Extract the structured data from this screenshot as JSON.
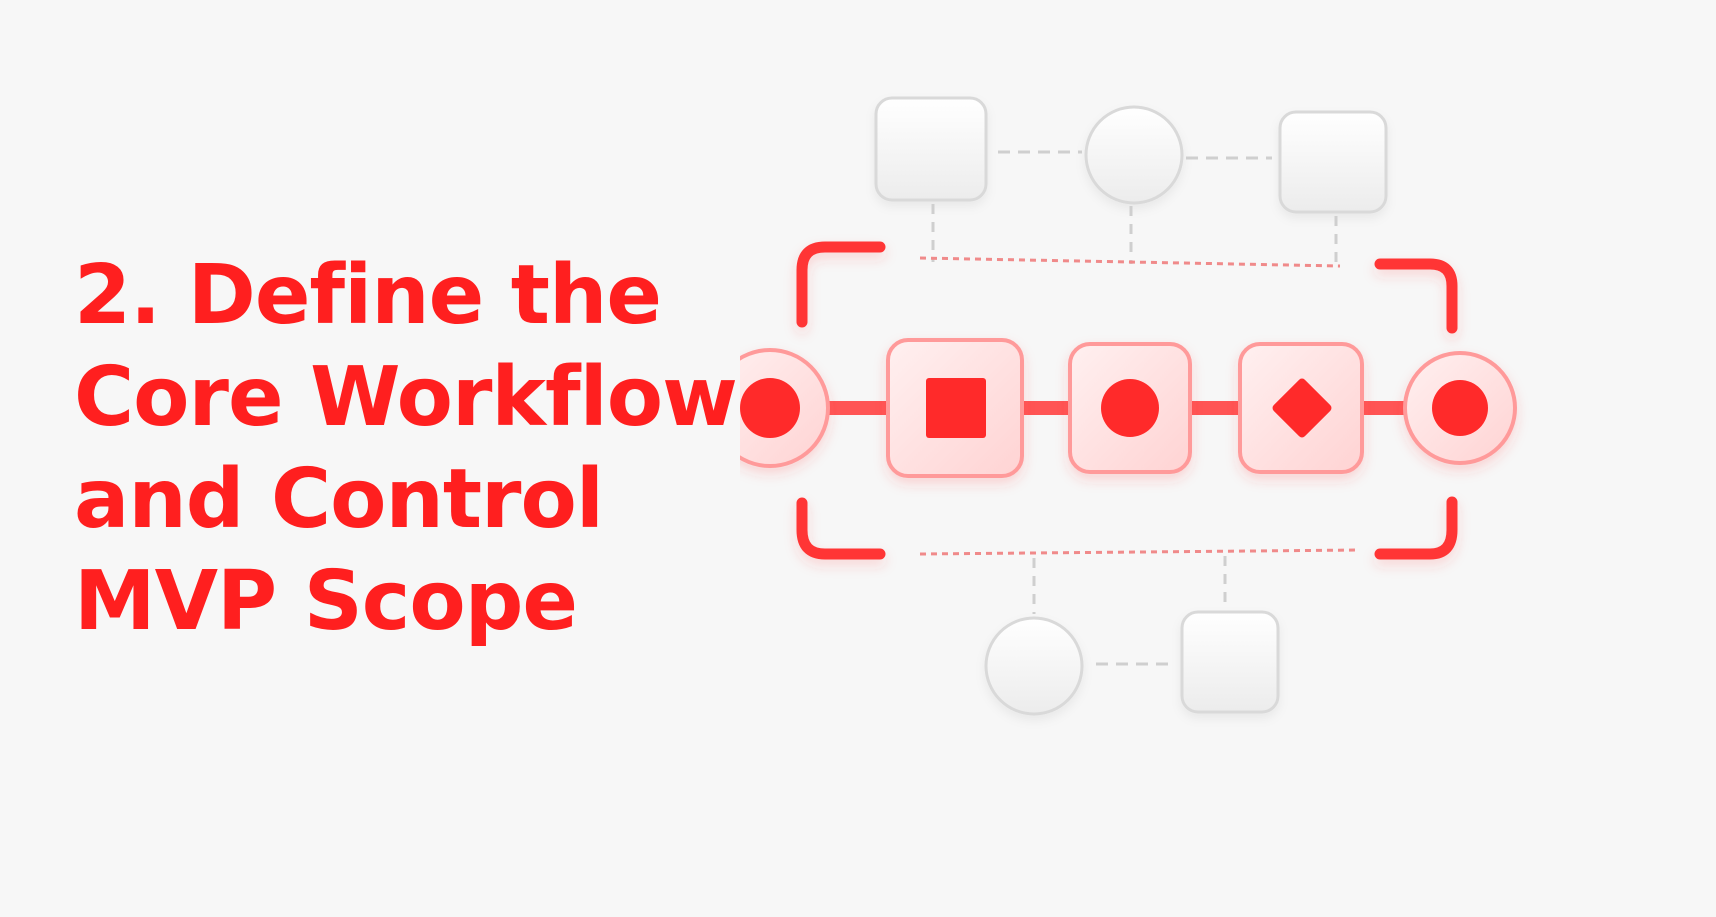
{
  "headline": {
    "lines": [
      "2. Define the",
      "Core Workflow",
      "and Control",
      "MVP Scope"
    ]
  },
  "colors": {
    "accent": "#ff1f1f",
    "background": "#f7f7f7",
    "ghost_stroke": "#d6d6d6",
    "dashed_red": "#f08a8a"
  },
  "diagram": {
    "core_nodes": [
      {
        "id": "start",
        "shape": "circle"
      },
      {
        "id": "step1",
        "shape": "square"
      },
      {
        "id": "step2",
        "shape": "circle"
      },
      {
        "id": "step3",
        "shape": "diamond"
      },
      {
        "id": "end",
        "shape": "circle"
      }
    ],
    "ghost_nodes_top": [
      "square",
      "circle",
      "square"
    ],
    "ghost_nodes_bottom": [
      "circle",
      "square"
    ]
  }
}
